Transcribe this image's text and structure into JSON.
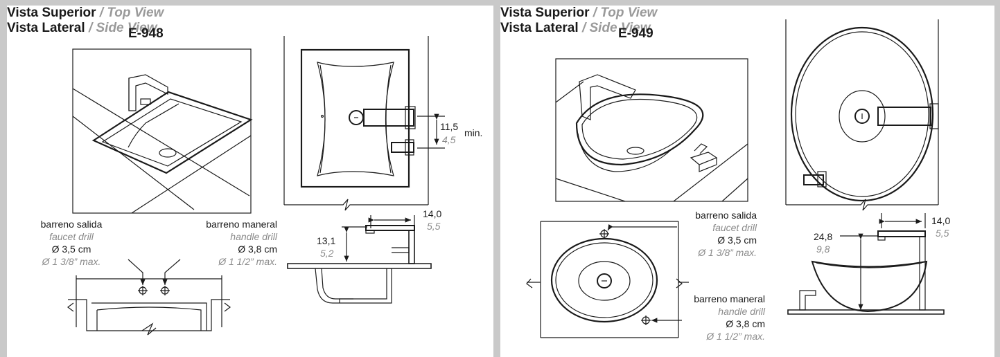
{
  "left": {
    "model": "E-948",
    "top_view": {
      "es": "Vista Superior",
      "en": "/ Top View"
    },
    "side_view": {
      "es": "Vista Lateral",
      "en": "/ Side View"
    },
    "dim_top_side": {
      "value": "11,5",
      "inches": "4,5",
      "suffix": "min."
    },
    "dim_reach": {
      "value": "14,0",
      "inches": "5,5"
    },
    "dim_height": {
      "value": "13,1",
      "inches": "5,2"
    },
    "faucet_drill": {
      "es": "barreno salida",
      "en": "faucet drill",
      "cm": "Ø 3,5 cm",
      "in": "Ø 1 3/8” max."
    },
    "handle_drill": {
      "es": "barreno maneral",
      "en": "handle drill",
      "cm": "Ø 3,8 cm",
      "in": "Ø 1 1/2” max."
    }
  },
  "right": {
    "model": "E-949",
    "top_view": {
      "es": "Vista Superior",
      "en": "/ Top View"
    },
    "side_view": {
      "es": "Vista Lateral",
      "en": "/ Side View"
    },
    "dim_reach": {
      "value": "14,0",
      "inches": "5,5"
    },
    "dim_height": {
      "value": "24,8",
      "inches": "9,8"
    },
    "faucet_drill": {
      "es": "barreno salida",
      "en": "faucet drill",
      "cm": "Ø 3,5 cm",
      "in": "Ø 1 3/8” max."
    },
    "handle_drill": {
      "es": "barreno maneral",
      "en": "handle drill",
      "cm": "Ø 3,8 cm",
      "in": "Ø 1 1/2” max."
    }
  },
  "colors": {
    "frame": "#c9c9c9",
    "line": "#1a1a1a",
    "gray_text": "#8a8a8a"
  }
}
